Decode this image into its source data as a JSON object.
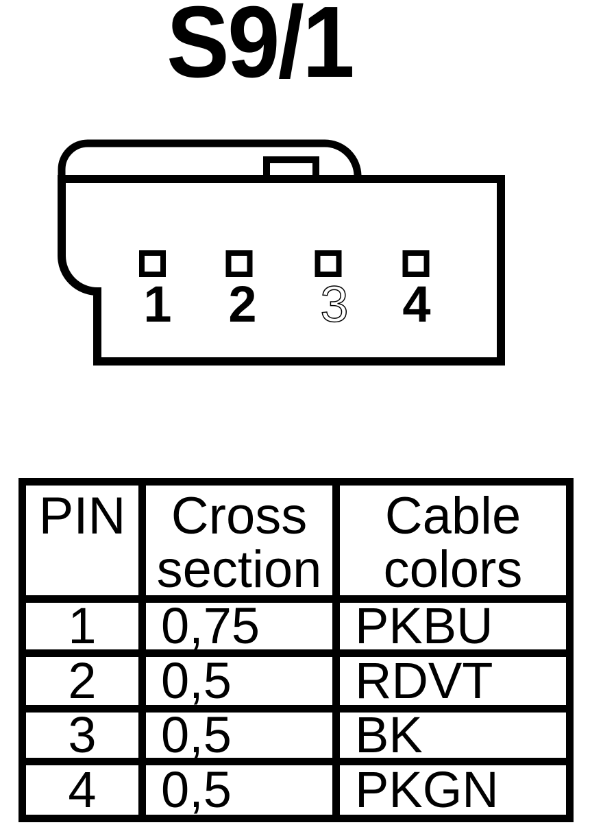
{
  "title": "S9/1",
  "connector": {
    "pin_count": 4,
    "pins": [
      {
        "label": "1",
        "hollow": false
      },
      {
        "label": "2",
        "hollow": false
      },
      {
        "label": "3",
        "hollow": true
      },
      {
        "label": "4",
        "hollow": false
      }
    ]
  },
  "table": {
    "headers": [
      "PIN",
      "Cross section",
      "Cable colors"
    ],
    "rows": [
      {
        "pin": "1",
        "cross_section": "0,75",
        "cable_colors": "PKBU"
      },
      {
        "pin": "2",
        "cross_section": "0,5",
        "cable_colors": "RDVT"
      },
      {
        "pin": "3",
        "cross_section": "0,5",
        "cable_colors": "BK"
      },
      {
        "pin": "4",
        "cross_section": "0,5",
        "cable_colors": "PKGN"
      }
    ]
  },
  "colors": {
    "ink": "#000000",
    "background": "#ffffff"
  }
}
